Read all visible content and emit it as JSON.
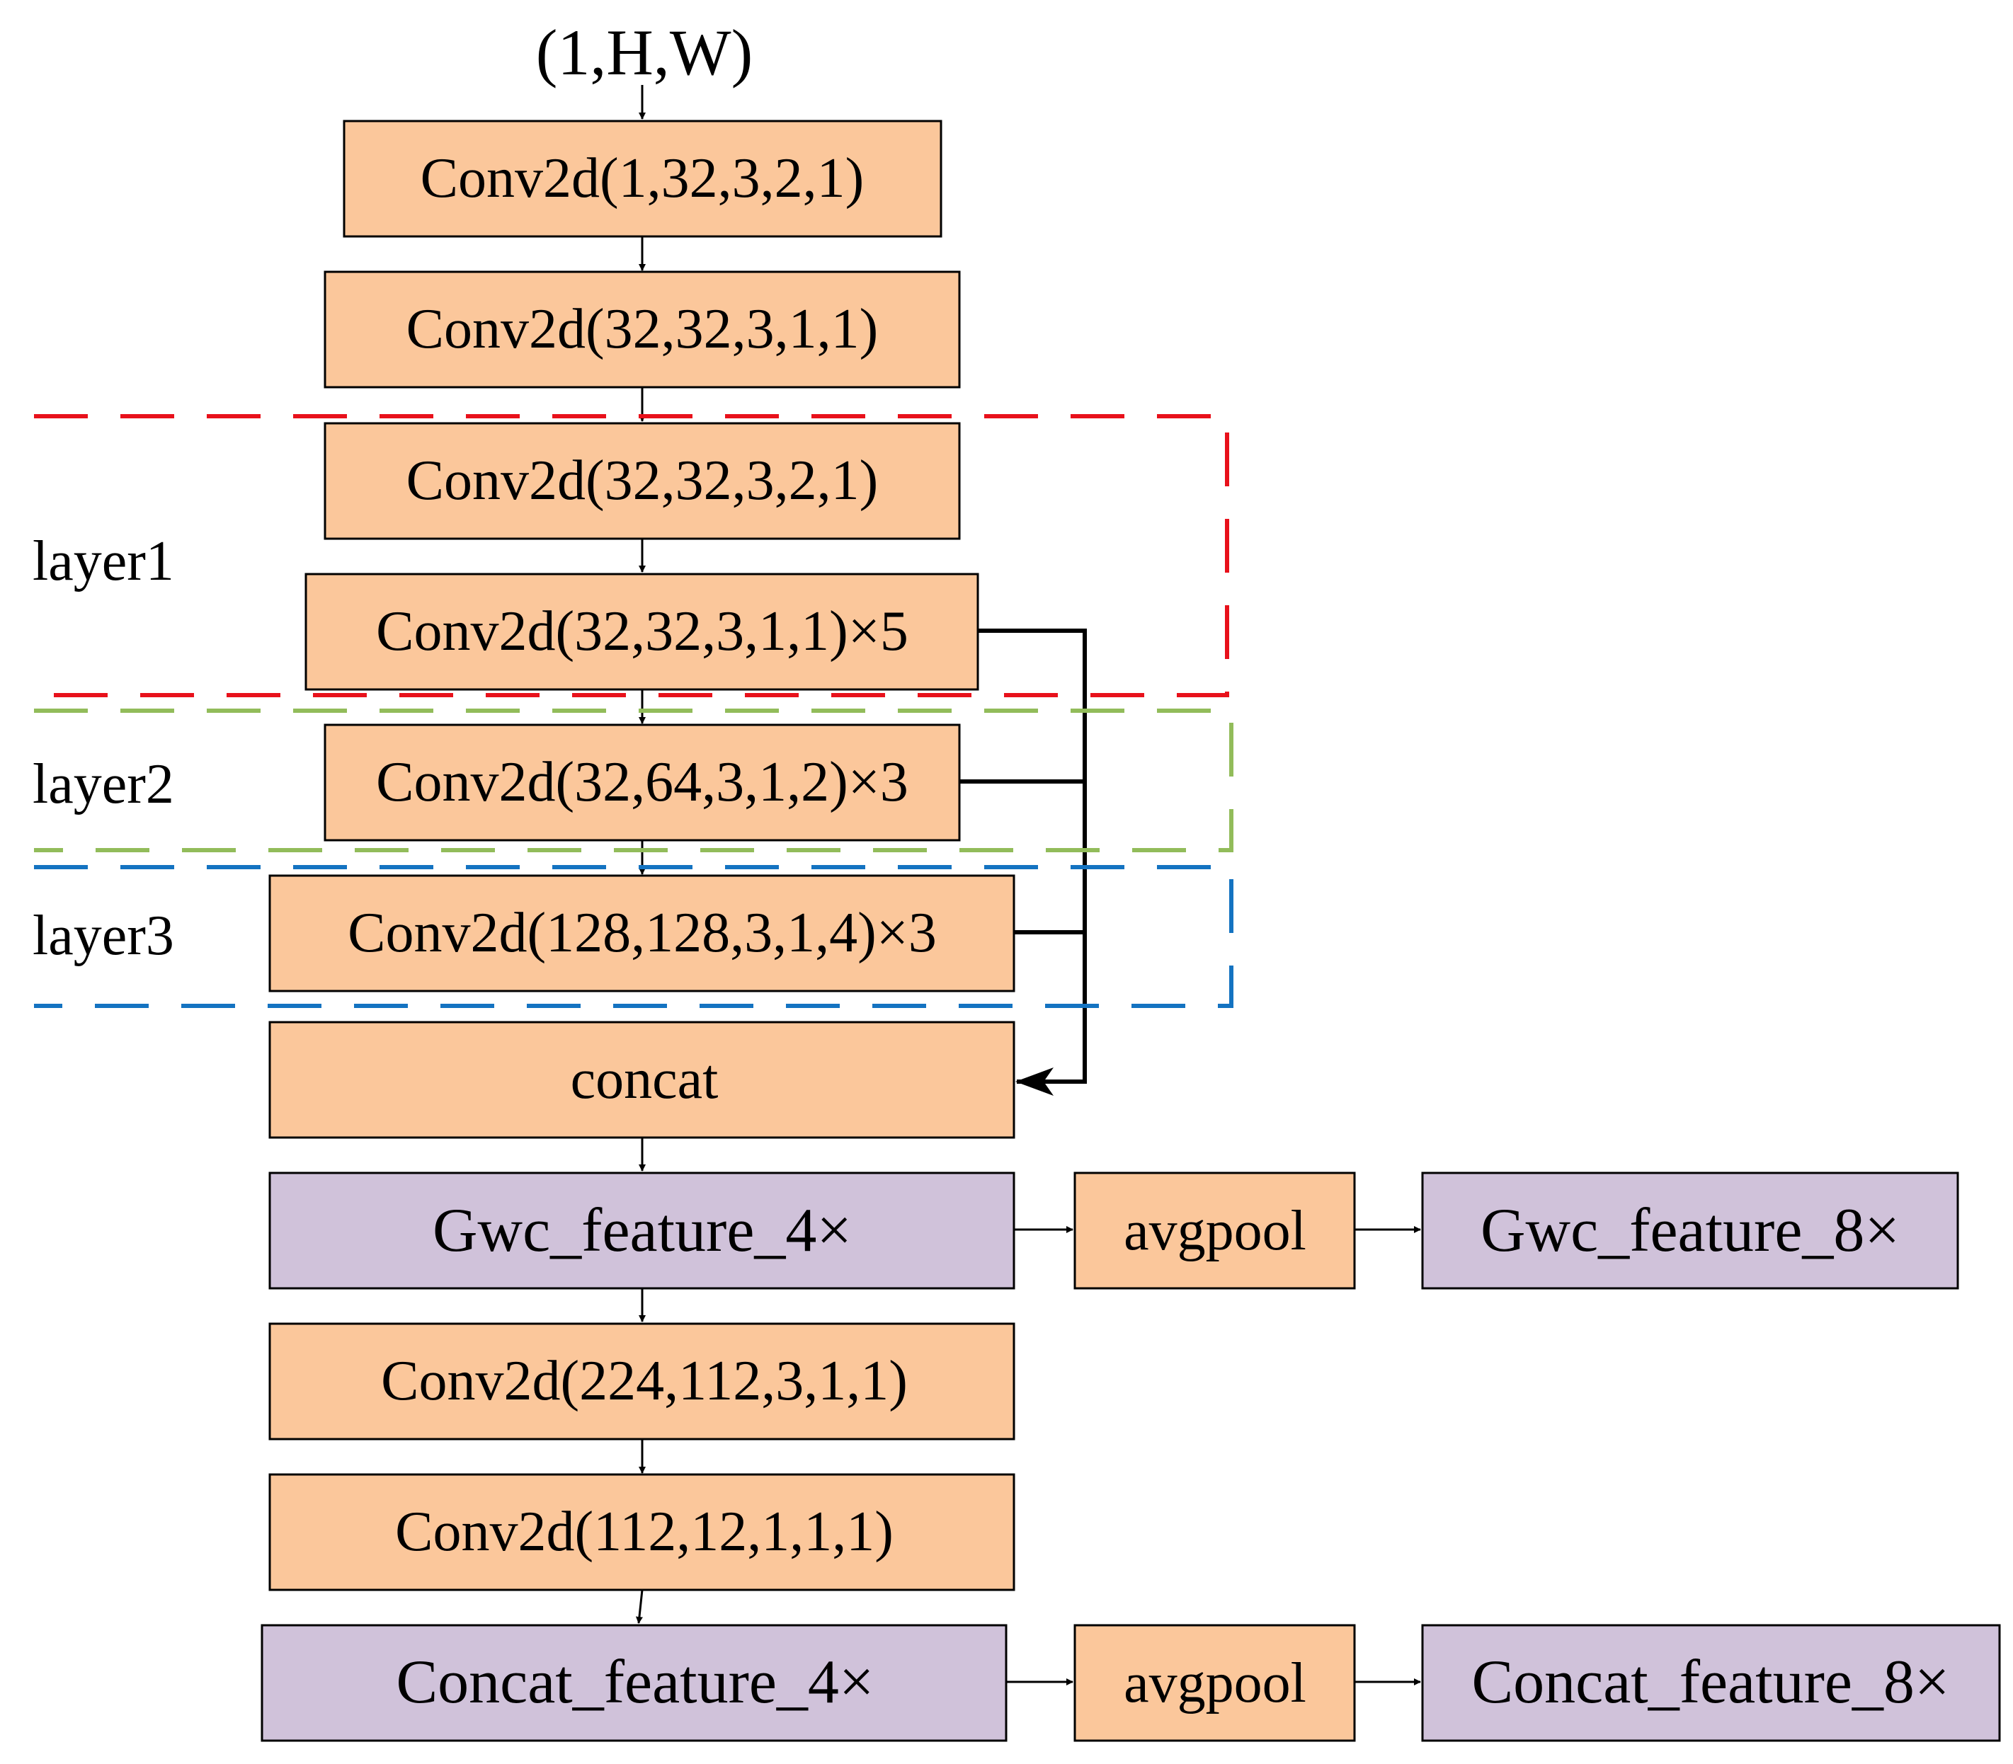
{
  "input_label": "(1,H,W)",
  "blocks": {
    "conv1": "Conv2d(1,32,3,2,1)",
    "conv2": "Conv2d(32,32,3,1,1)",
    "conv3": "Conv2d(32,32,3,2,1)",
    "conv4": "Conv2d(32,32,3,1,1)×5",
    "conv5": "Conv2d(32,64,3,1,2)×3",
    "conv6": "Conv2d(128,128,3,1,4)×3",
    "concat": "concat",
    "gwc4": "Gwc_feature_4×",
    "avgpool1": "avgpool",
    "gwc8": "Gwc_feature_8×",
    "conv7": "Conv2d(224,112,3,1,1)",
    "conv8": "Conv2d(112,12,1,1,1)",
    "cf4": "Concat_feature_4×",
    "avgpool2": "avgpool",
    "cf8": "Concat_feature_8×"
  },
  "layers": {
    "layer1": "layer1",
    "layer2": "layer2",
    "layer3": "layer3"
  },
  "colors": {
    "conv_fill": "#FBC79B",
    "feature_fill": "#D0C2DA",
    "layer1_border": "#E8111B",
    "layer2_border": "#92BC5A",
    "layer3_border": "#1473C1"
  }
}
